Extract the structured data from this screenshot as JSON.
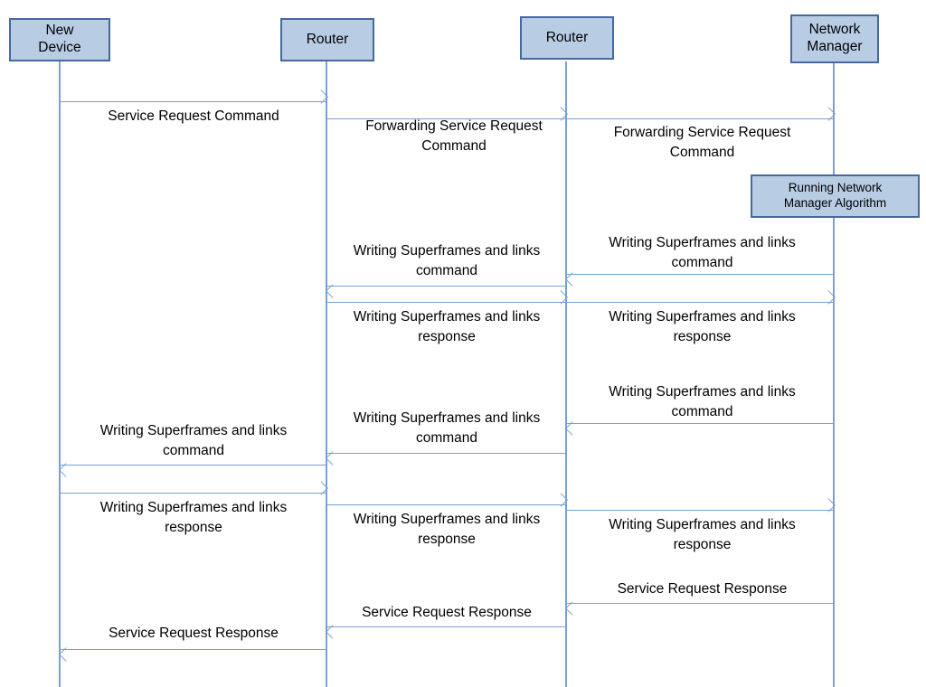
{
  "diagram": {
    "title": "Service Request sequence diagram",
    "colors": {
      "box_fill": "#b8cce4",
      "box_border": "#46699e",
      "arrow": "#7aa1d2",
      "text": "#000000",
      "background": "#ffffff"
    }
  },
  "participants": [
    {
      "id": "new-device",
      "label": "New\nDevice"
    },
    {
      "id": "router-1",
      "label": "Router"
    },
    {
      "id": "router-2",
      "label": "Router"
    },
    {
      "id": "network-manager",
      "label": "Network\nManager"
    }
  ],
  "participant_labels": {
    "new_device": "New Device",
    "router_1": "Router",
    "router_2": "Router",
    "network_manager": "Network Manager"
  },
  "activations": [
    {
      "id": "running-algorithm",
      "label": "Running Network Manager Algorithm",
      "on": "network-manager"
    }
  ],
  "messages": [
    {
      "id": "m1",
      "from": "new-device",
      "to": "router-1",
      "direction": "right",
      "label": "Service Request Command"
    },
    {
      "id": "m2",
      "from": "router-1",
      "to": "router-2",
      "direction": "right",
      "label": "Forwarding Service Request Command"
    },
    {
      "id": "m3",
      "from": "router-2",
      "to": "network-manager",
      "direction": "right",
      "label": "Forwarding Service Request Command"
    },
    {
      "id": "m4",
      "from": "network-manager",
      "to": "router-2",
      "direction": "left",
      "label": "Writing Superframes and links command"
    },
    {
      "id": "m5",
      "from": "router-2",
      "to": "router-1",
      "direction": "left",
      "label": "Writing Superframes and links command"
    },
    {
      "id": "m6",
      "from": "router-1",
      "to": "router-2",
      "direction": "right",
      "label": "Writing Superframes and links response"
    },
    {
      "id": "m7",
      "from": "router-2",
      "to": "network-manager",
      "direction": "right",
      "label": "Writing Superframes and links response"
    },
    {
      "id": "m8",
      "from": "network-manager",
      "to": "router-2",
      "direction": "left",
      "label": "Writing Superframes and links command"
    },
    {
      "id": "m9",
      "from": "router-2",
      "to": "router-1",
      "direction": "left",
      "label": "Writing Superframes and links command"
    },
    {
      "id": "m10",
      "from": "router-1",
      "to": "new-device",
      "direction": "left",
      "label": "Writing Superframes and links command"
    },
    {
      "id": "m11",
      "from": "new-device",
      "to": "router-1",
      "direction": "right",
      "label": "Writing Superframes and links response"
    },
    {
      "id": "m12",
      "from": "router-1",
      "to": "router-2",
      "direction": "right",
      "label": "Writing Superframes and links response"
    },
    {
      "id": "m13",
      "from": "router-2",
      "to": "network-manager",
      "direction": "right",
      "label": "Writing Superframes and links response"
    },
    {
      "id": "m14",
      "from": "network-manager",
      "to": "router-2",
      "direction": "left",
      "label": "Service Request Response"
    },
    {
      "id": "m15",
      "from": "router-2",
      "to": "router-1",
      "direction": "left",
      "label": "Service Request Response"
    },
    {
      "id": "m16",
      "from": "router-1",
      "to": "new-device",
      "direction": "left",
      "label": "Service Request Response"
    }
  ],
  "message_labels": {
    "m1": "Service Request Command",
    "m2a": "Forwarding Service Request",
    "m2b": "Command",
    "m3a": "Forwarding Service Request",
    "m3b": "Command",
    "m4a": "Writing Superframes and links",
    "m4b": "command",
    "m5a": "Writing Superframes and links",
    "m5b": "command",
    "m6a": "Writing Superframes and links",
    "m6b": "response",
    "m7a": "Writing Superframes and links",
    "m7b": "response",
    "m8a": "Writing Superframes and links",
    "m8b": "command",
    "m9a": "Writing Superframes and links",
    "m9b": "command",
    "m10a": "Writing Superframes and links",
    "m10b": "command",
    "m11a": "Writing Superframes and links",
    "m11b": "response",
    "m12a": "Writing Superframes and links",
    "m12b": "response",
    "m13a": "Writing Superframes and links",
    "m13b": "response",
    "m14": "Service Request Response",
    "m15": "Service Request Response",
    "m16": "Service Request Response"
  },
  "header_labels": {
    "new_device_line1": "New",
    "new_device_line2": "Device",
    "router_1": "Router",
    "router_2": "Router",
    "network_manager_line1": "Network",
    "network_manager_line2": "Manager"
  },
  "activation_labels": {
    "running_algorithm_line1": "Running Network",
    "running_algorithm_line2": "Manager Algorithm"
  }
}
